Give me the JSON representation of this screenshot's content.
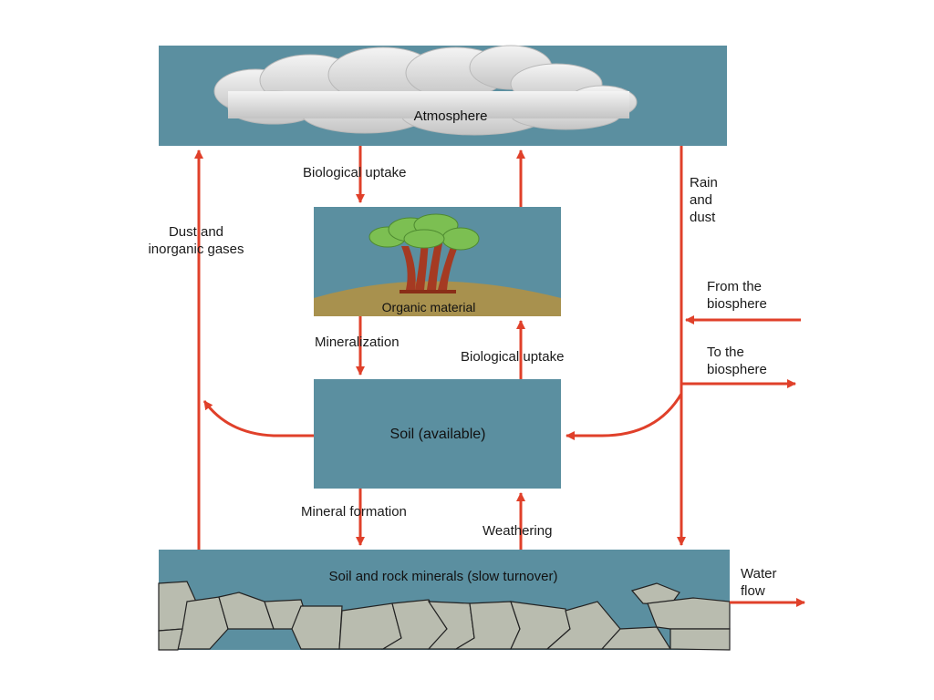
{
  "boxes": {
    "atmosphere": "Atmosphere",
    "organic": "Organic material",
    "soil": "Soil  (available)",
    "rock": "Soil and rock minerals (slow turnover)"
  },
  "flows": {
    "bio_uptake_top": "Biological uptake",
    "dust_gases": "Dust and\ninorganic gases",
    "rain_dust": "Rain\nand\ndust",
    "from_biosphere": "From the\nbiosphere",
    "to_biosphere": "To the\nbiosphere",
    "mineralization": "Mineralization",
    "bio_uptake_mid": "Biological uptake",
    "mineral_formation": "Mineral formation",
    "weathering": "Weathering",
    "water_flow": "Water\nflow"
  },
  "colors": {
    "box": "#5b8fa0",
    "arrow": "#e0402a",
    "ground": "#a8914e",
    "rock": "#b9bcaf",
    "foliage": "#7cbf52",
    "trunk": "#a53a22",
    "cloud": "#d9d9d9"
  }
}
